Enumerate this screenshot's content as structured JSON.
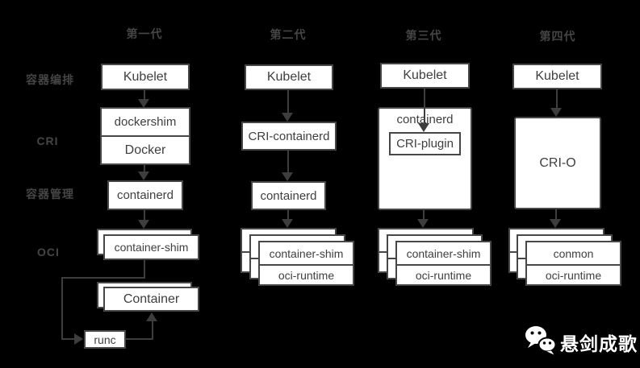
{
  "colors": {
    "background": "#000000",
    "box_fill": "#ffffff",
    "box_border": "#474747",
    "box_text": "#3f3f3f",
    "label_text": "#454545",
    "line": "#3d3d3d",
    "watermark_text": "#ffffff"
  },
  "headers": [
    {
      "label": "第一代"
    },
    {
      "label": "第二代"
    },
    {
      "label": "第三代"
    },
    {
      "label": "第四代"
    }
  ],
  "row_labels": [
    {
      "label": "容器编排"
    },
    {
      "label": "CRI"
    },
    {
      "label": "容器管理"
    },
    {
      "label": "OCI"
    }
  ],
  "gen1": {
    "kubelet": "Kubelet",
    "dockershim": "dockershim",
    "docker": "Docker",
    "containerd": "containerd",
    "container_shim": "container-shim",
    "container": "Container",
    "runc": "runc"
  },
  "gen2": {
    "kubelet": "Kubelet",
    "cri_containerd": "CRI-containerd",
    "containerd": "containerd",
    "container_shim": "container-shim",
    "oci_runtime": "oci-runtime"
  },
  "gen3": {
    "kubelet": "Kubelet",
    "containerd": "containerd",
    "cri_plugin": "CRI-plugin",
    "container_shim": "container-shim",
    "oci_runtime": "oci-runtime"
  },
  "gen4": {
    "kubelet": "Kubelet",
    "cri_o": "CRI-O",
    "conmon": "conmon",
    "oci_runtime": "oci-runtime"
  },
  "watermark": {
    "label": "悬剑成歌",
    "icon": "wechat-icon"
  }
}
